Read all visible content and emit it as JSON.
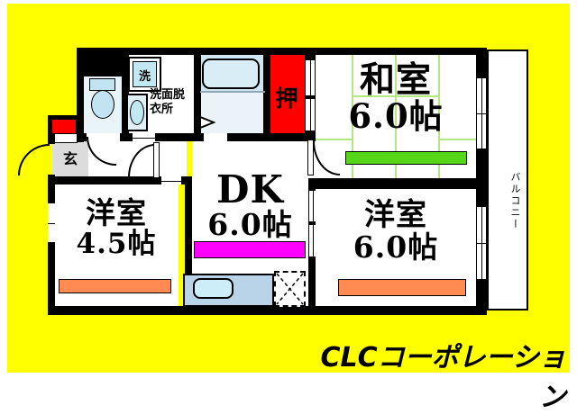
{
  "page": {
    "mat_color": "#ffff00"
  },
  "plan": {
    "rooms": {
      "washitsu": {
        "label": "和室",
        "size": "6.0帖"
      },
      "dining_kitchen": {
        "label": "DK",
        "size": "6.0帖"
      },
      "western_room_small": {
        "label": "洋室",
        "size": "4.5帖"
      },
      "western_room_large": {
        "label": "洋室",
        "size": "6.0帖"
      },
      "washroom": {
        "label_line1": "洗面脱",
        "label_line2": "衣所"
      },
      "laundry": {
        "label": "洗"
      },
      "closet": {
        "label": "押"
      },
      "entrance": {
        "label": "玄"
      },
      "balcony": {
        "label": "バルコニー"
      }
    },
    "colors": {
      "wall": "#000000",
      "closet_red": "#ff0000",
      "tatami_bar_green": "#55d616",
      "dk_bar_magenta": "#ff00ff",
      "room_bar_orange": "#ff8a52",
      "fixture_blue": "#c2e8f2",
      "bath_floor_blue": "#cfe6f2",
      "kitchen_counter_blue": "#b9d3e9",
      "genkan_gray": "#dcdcdc",
      "tatami_grid_green": "#b5e77f"
    }
  },
  "footer": {
    "company": "CLCコーポレーション"
  }
}
